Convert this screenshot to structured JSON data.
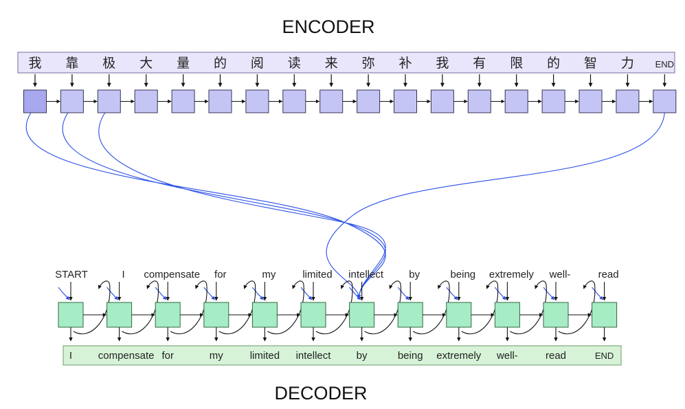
{
  "encoder": {
    "title": "ENCODER",
    "tokens": [
      "我",
      "靠",
      "极",
      "大",
      "量",
      "的",
      "阅",
      "读",
      "来",
      "弥",
      "补",
      "我",
      "有",
      "限",
      "的",
      "智",
      "力",
      "END"
    ],
    "colors": {
      "strip_fill": "#e9e6fb",
      "strip_stroke": "#6f6f9a",
      "node_fill": "#c5c5f5",
      "node_fill_dark": "#a8a8ee",
      "node_stroke": "#333355"
    }
  },
  "decoder": {
    "title": "DECODER",
    "inputs": [
      "START",
      "I",
      "compensate",
      "for",
      "my",
      "limited",
      "intellect",
      "by",
      "being",
      "extremely",
      "well-",
      "read"
    ],
    "outputs": [
      "I",
      "compensate",
      "for",
      "my",
      "limited",
      "intellect",
      "by",
      "being",
      "extremely",
      "well-",
      "read",
      "END"
    ],
    "colors": {
      "strip_fill": "#d7f3d7",
      "strip_stroke": "#6a9a6a",
      "node_fill": "#a6ecc4",
      "node_stroke": "#336644"
    }
  },
  "colors": {
    "attention": "#2a4fe6",
    "arrow": "#111111"
  }
}
